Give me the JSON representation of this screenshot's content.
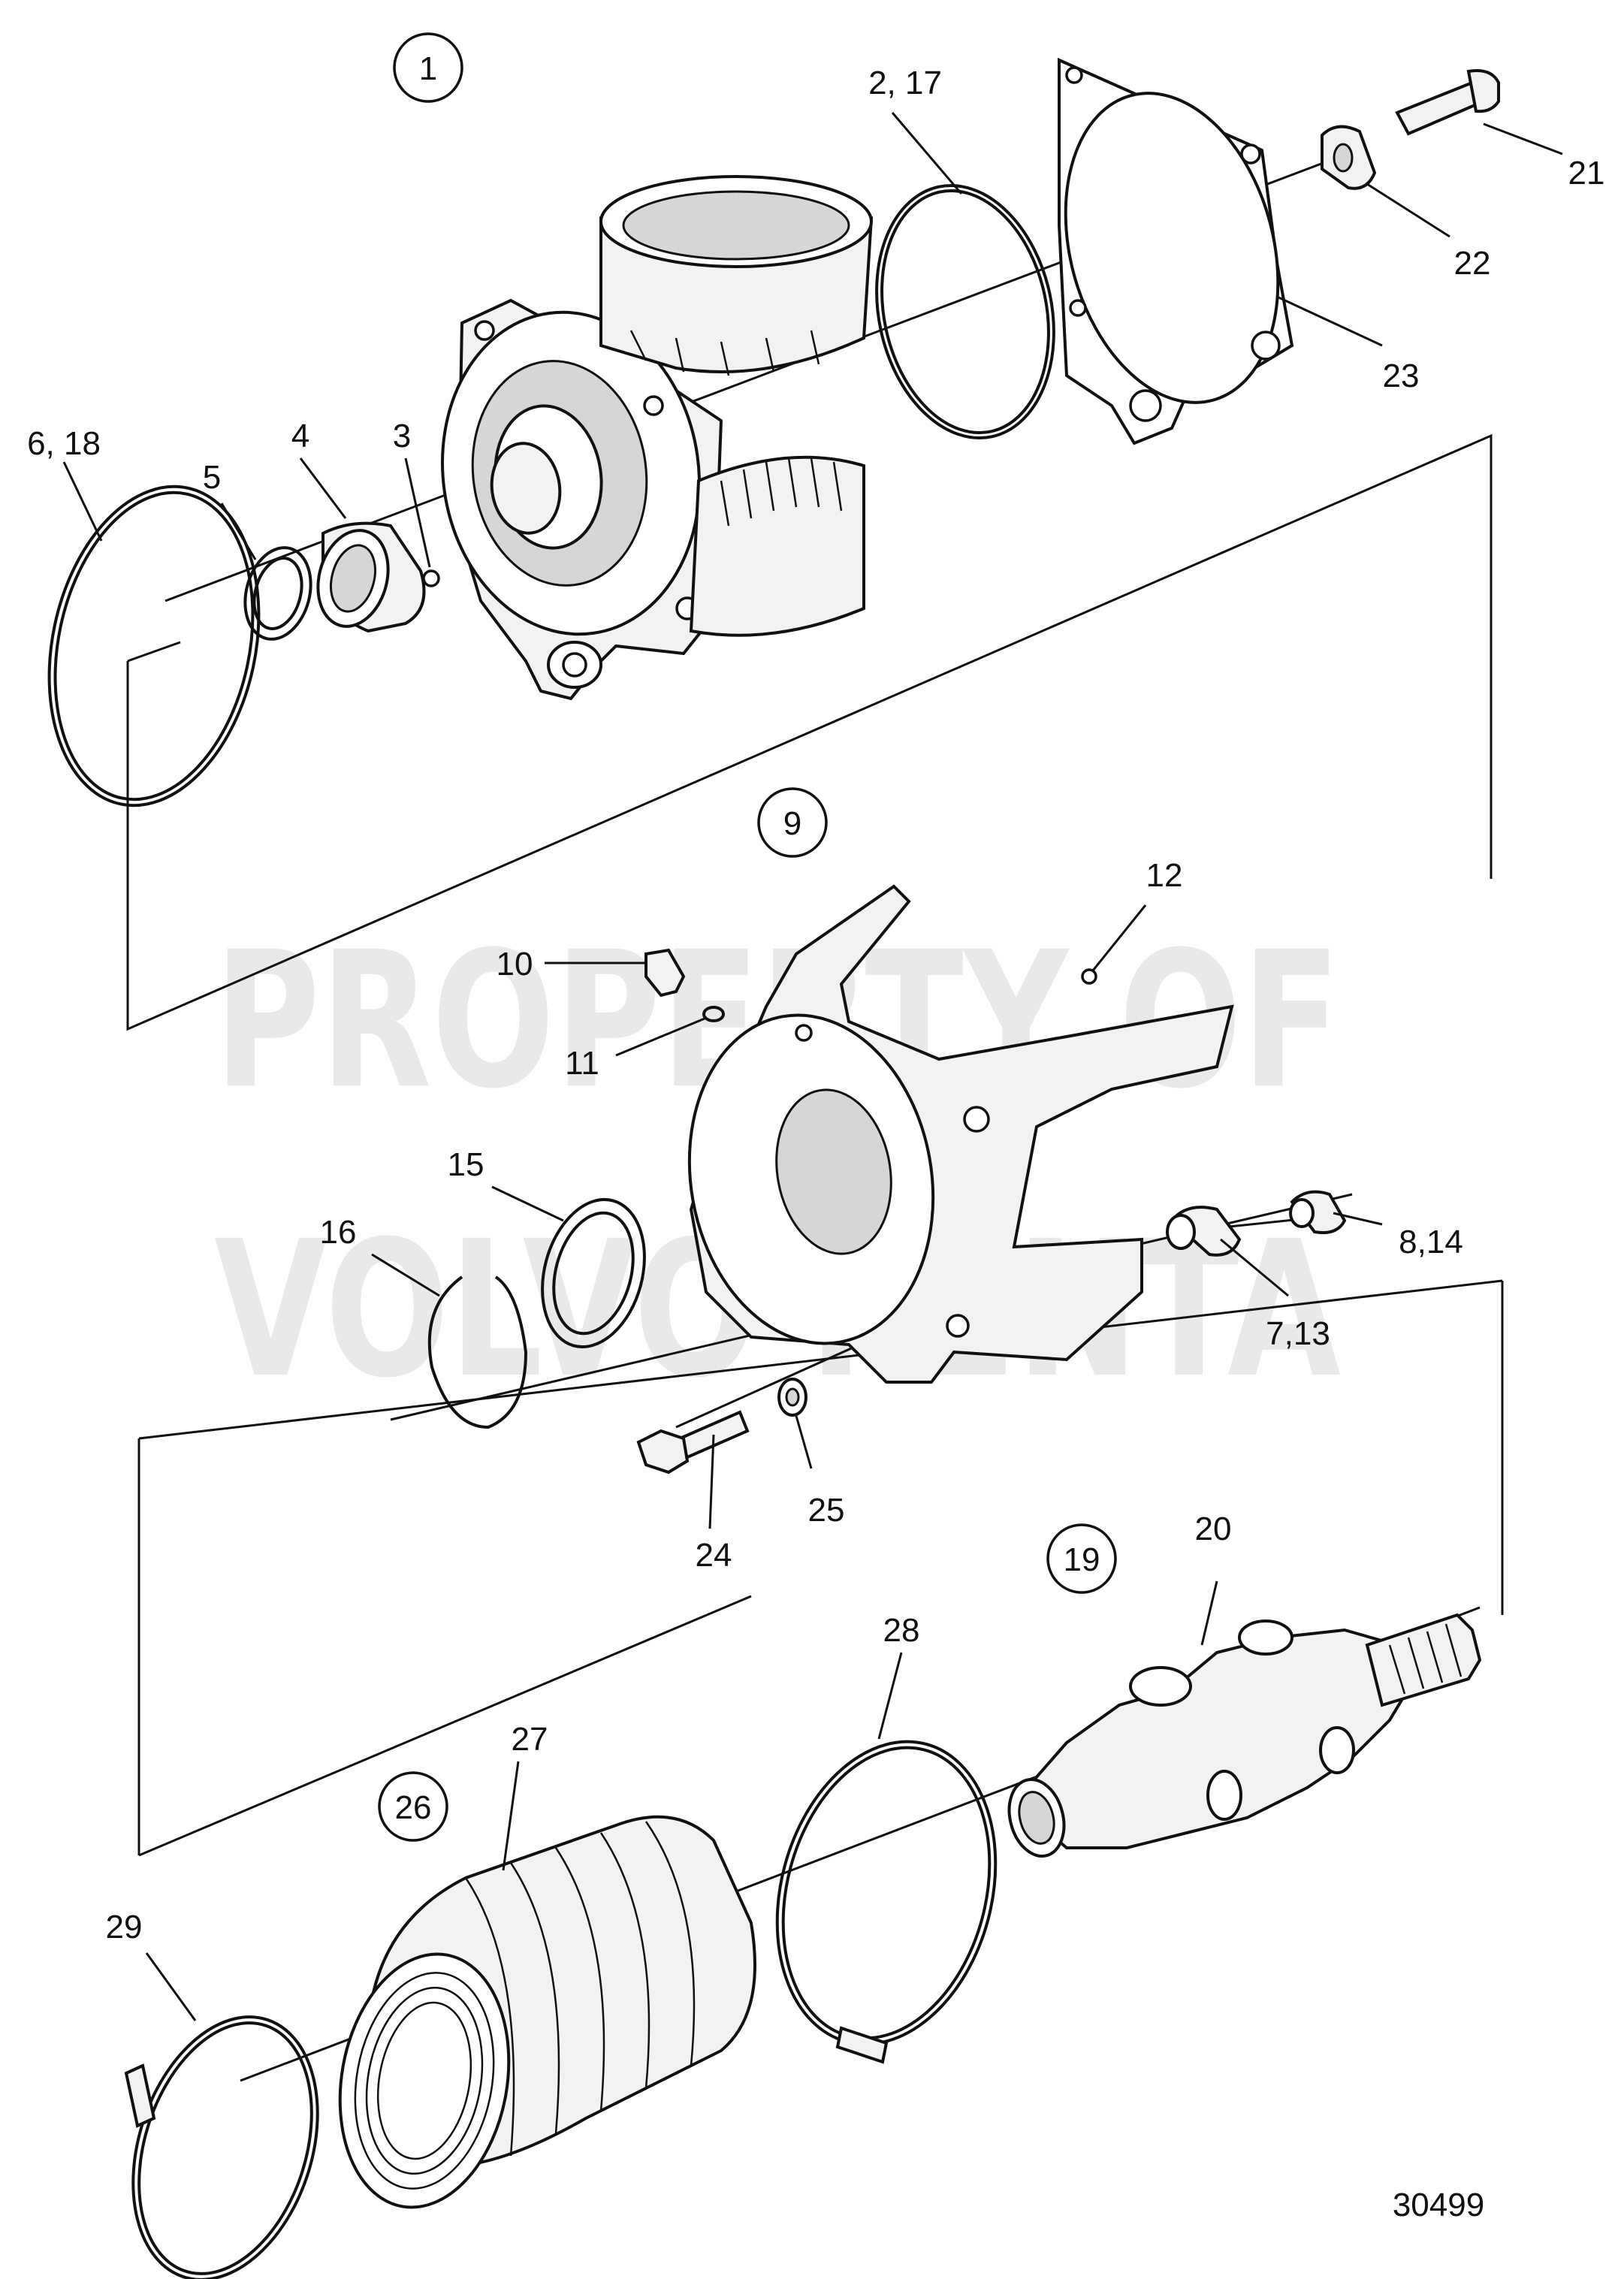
{
  "watermark": {
    "line1": "PROPERTY OF",
    "line2": "VOLVO PENTA"
  },
  "group_markers": [
    "1",
    "9",
    "19",
    "26"
  ],
  "labels": {
    "l_1": "1",
    "l_2_17": "2, 17",
    "l_21": "21",
    "l_22": "22",
    "l_23": "23",
    "l_6_18": "6, 18",
    "l_5": "5",
    "l_4": "4",
    "l_3": "3",
    "l_9": "9",
    "l_12": "12",
    "l_10": "10",
    "l_11": "11",
    "l_15": "15",
    "l_16": "16",
    "l_8_14": "8,14",
    "l_7_13": "7,13",
    "l_24": "24",
    "l_25": "25",
    "l_19": "19",
    "l_20": "20",
    "l_28": "28",
    "l_27": "27",
    "l_26": "26",
    "l_29": "29"
  },
  "figure_number": "30499"
}
